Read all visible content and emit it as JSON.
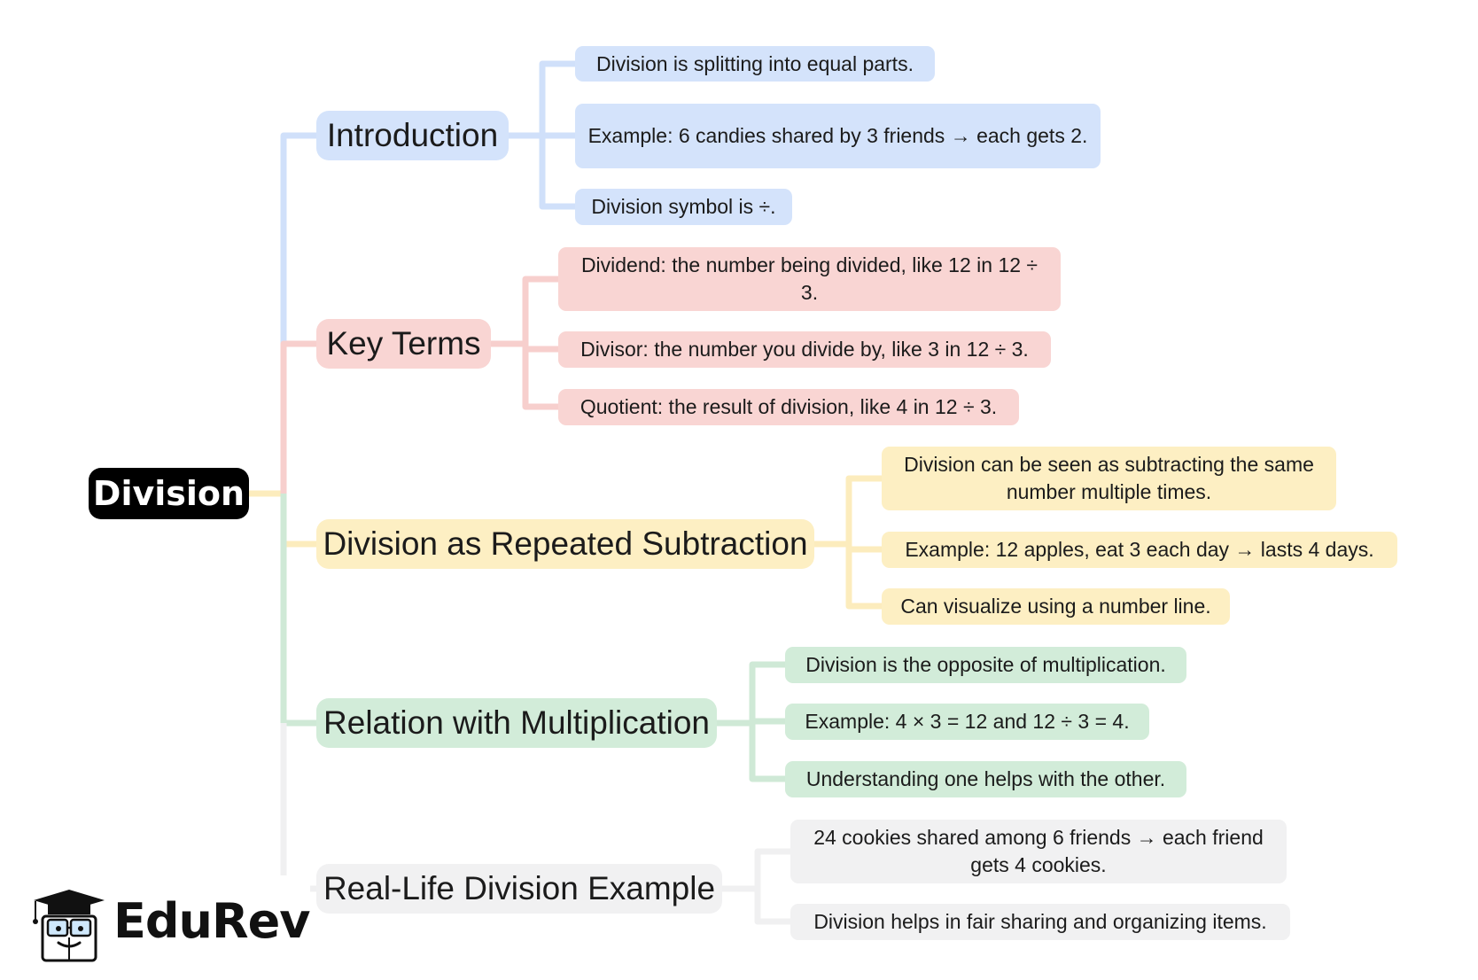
{
  "root": {
    "label": "Division"
  },
  "colors": {
    "blue_line": "#d0e0fa",
    "red_line": "#f7cfcd",
    "yellow_line": "#fcecbd",
    "green_line": "#cfe9d6",
    "gray_line": "#f0f0f1"
  },
  "branches": [
    {
      "label": "Introduction",
      "children": [
        "Division is splitting into equal parts.",
        "Example: 6 candies shared by 3 friends → each gets 2.",
        "Division symbol is ÷."
      ]
    },
    {
      "label": "Key Terms",
      "children": [
        "Dividend: the number being divided, like 12 in 12 ÷ 3.",
        "Divisor: the number you divide by, like 3 in 12 ÷ 3.",
        "Quotient: the result of division, like 4 in 12 ÷ 3."
      ]
    },
    {
      "label": "Division as Repeated Subtraction",
      "children": [
        "Division can be seen as subtracting the same number multiple times.",
        "Example: 12 apples, eat 3 each day → lasts 4 days.",
        "Can visualize using a number line."
      ]
    },
    {
      "label": "Relation with Multiplication",
      "children": [
        "Division is the opposite of multiplication.",
        "Example: 4 × 3 = 12 and 12 ÷ 3 = 4.",
        "Understanding one helps with the other."
      ]
    },
    {
      "label": "Real-Life Division Example",
      "children": [
        "24 cookies shared among 6 friends → each friend gets 4 cookies.",
        "Division helps in fair sharing and organizing items."
      ]
    }
  ],
  "logo": {
    "text": "EduRev",
    "icon": "graduation-cap-book-icon"
  }
}
